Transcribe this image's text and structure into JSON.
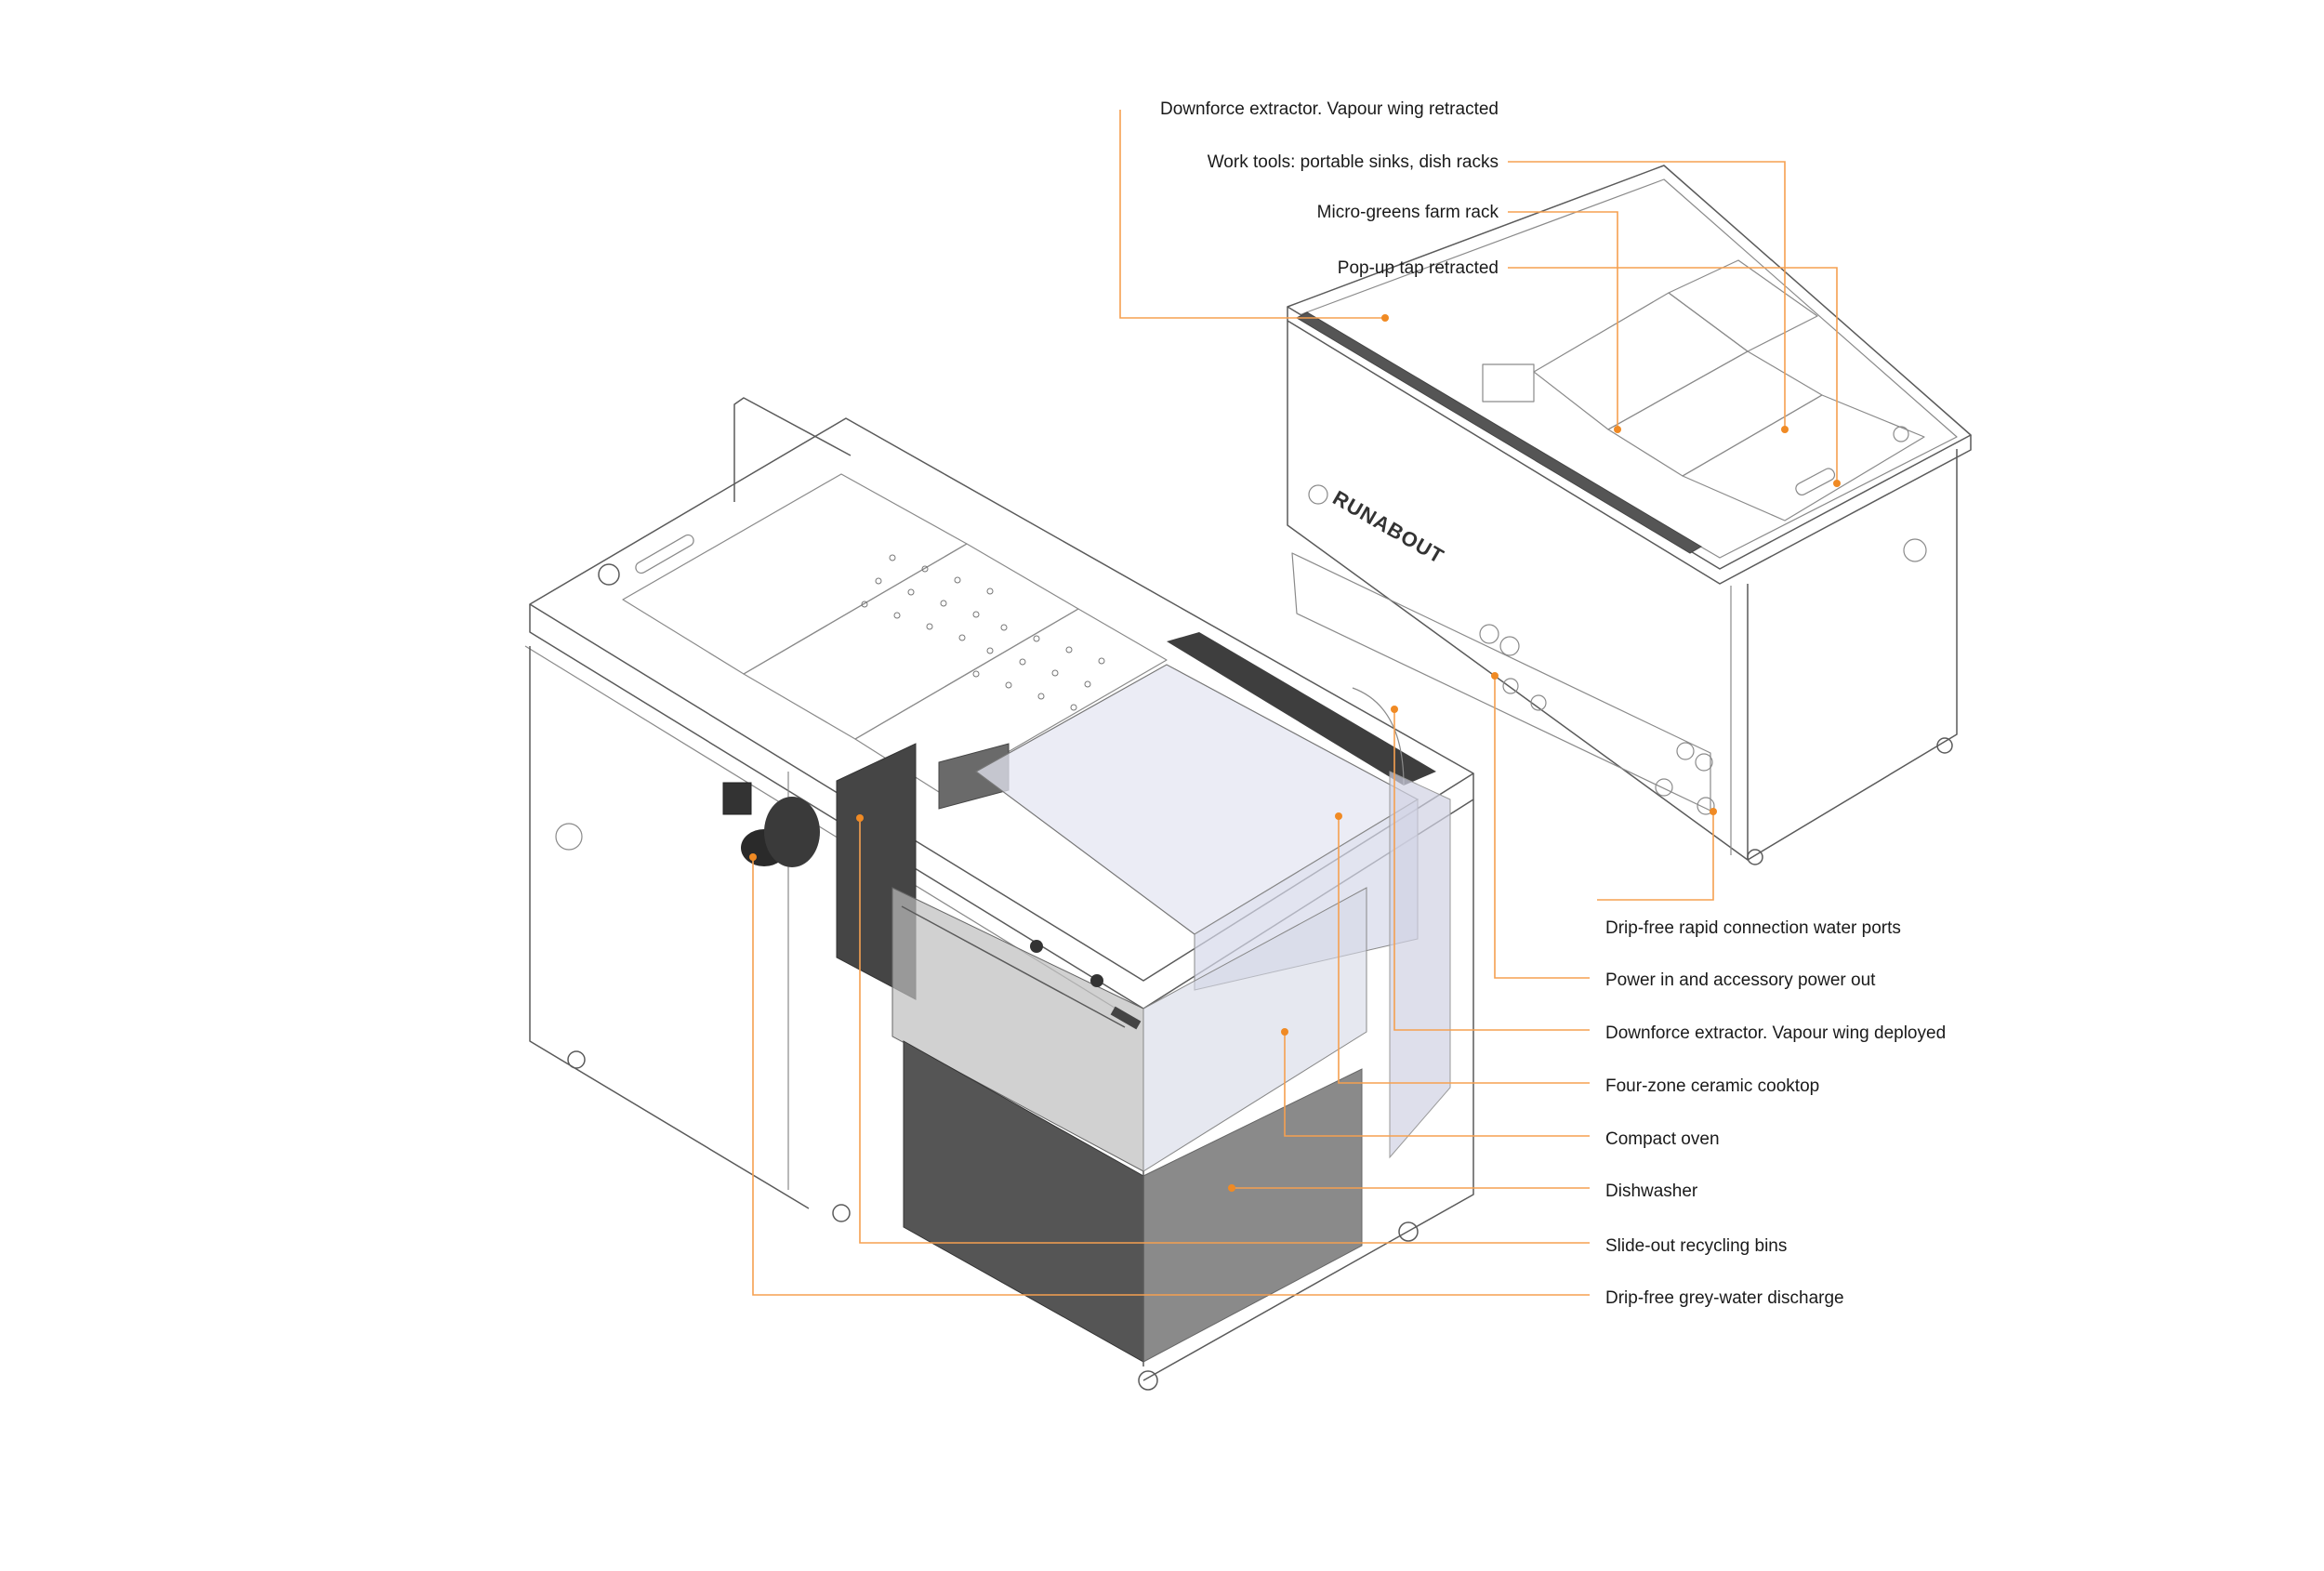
{
  "top_callouts": [
    {
      "id": "downforce-retracted",
      "text": "Downforce extractor. Vapour wing retracted"
    },
    {
      "id": "work-tools",
      "text": "Work tools: portable sinks, dish racks"
    },
    {
      "id": "microgreens",
      "text": "Micro-greens farm rack"
    },
    {
      "id": "popup-tap",
      "text": "Pop-up tap retracted"
    }
  ],
  "right_callouts": [
    {
      "id": "water-ports",
      "text": "Drip-free rapid connection water ports"
    },
    {
      "id": "power",
      "text": "Power in and accessory power out"
    },
    {
      "id": "downforce-deployed",
      "text": "Downforce extractor. Vapour wing deployed"
    },
    {
      "id": "cooktop",
      "text": "Four-zone ceramic cooktop"
    },
    {
      "id": "oven",
      "text": "Compact oven"
    },
    {
      "id": "dishwasher",
      "text": "Dishwasher"
    },
    {
      "id": "recycling",
      "text": "Slide-out recycling bins"
    },
    {
      "id": "greywater",
      "text": "Drip-free grey-water discharge"
    }
  ],
  "brand": "RUNABOUT",
  "colors": {
    "leader": "#f5a050",
    "dot": "#f08a24",
    "text": "#1a1a1a"
  }
}
